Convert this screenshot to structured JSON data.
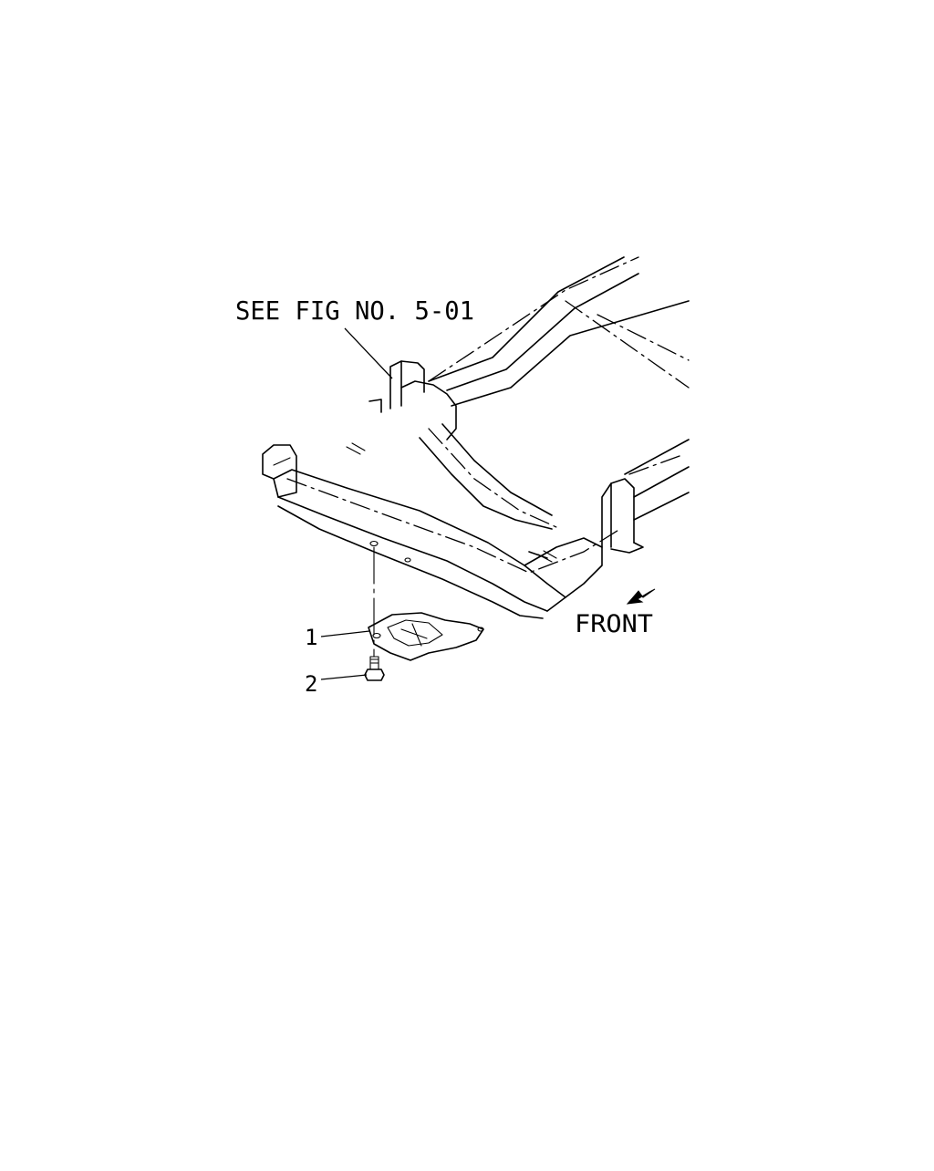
{
  "callouts": {
    "reference_note": "SEE FIG NO. 5-01",
    "part_1": "1",
    "part_2": "2",
    "direction_label": "FRONT"
  },
  "colors": {
    "line": "#000000",
    "background": "#ffffff"
  },
  "icons": {
    "direction_arrow": "front-arrow-icon"
  }
}
